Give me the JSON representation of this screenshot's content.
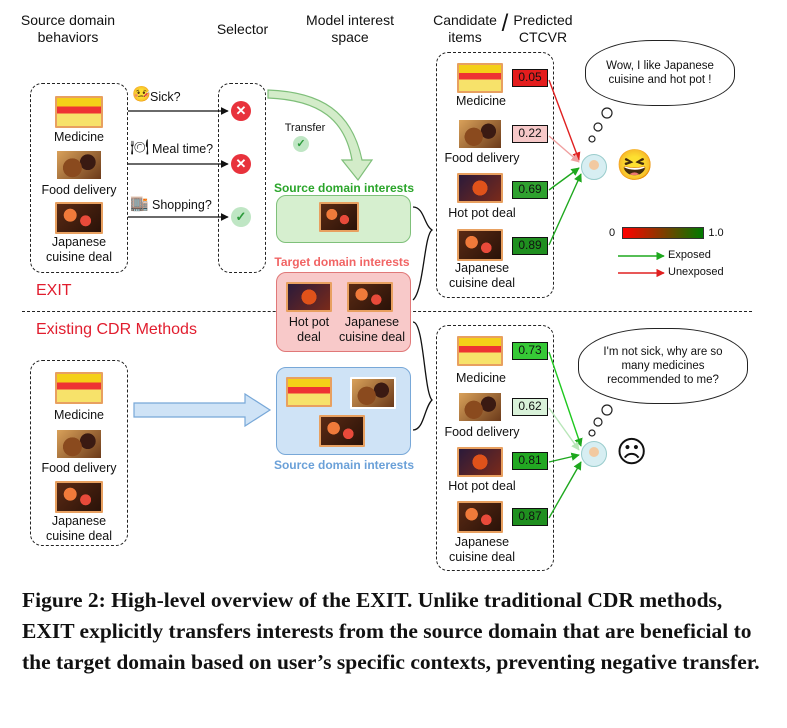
{
  "headers": {
    "source": "Source domain\nbehaviors",
    "selector": "Selector",
    "interest": "Model interest\nspace",
    "candidate": "Candidate\nitems",
    "slash": "/",
    "predicted": "Predicted\nCTCVR"
  },
  "source_items": [
    "Medicine",
    "Food delivery",
    "Japanese\ncuisine deal"
  ],
  "contexts": [
    "Sick?",
    "Meal time?",
    "Shopping?"
  ],
  "transfer_label": "Transfer",
  "source_interests_title": "Source domain interests",
  "target_interests_title": "Target domain interests",
  "target_items": [
    "Hot pot\ndeal",
    "Japanese\ncuisine deal"
  ],
  "section_top": "EXIT",
  "section_bottom": "Existing CDR Methods",
  "candidates": [
    "Medicine",
    "Food delivery",
    "Hot pot deal",
    "Japanese\ncuisine deal"
  ],
  "exit_scores": [
    {
      "value": "0.05",
      "bg": "#e41d1d"
    },
    {
      "value": "0.22",
      "bg": "#f6c8c8"
    },
    {
      "value": "0.69",
      "bg": "#2fa12f"
    },
    {
      "value": "0.89",
      "bg": "#1f8f1f"
    }
  ],
  "cdr_scores": [
    {
      "value": "0.73",
      "bg": "#36c936"
    },
    {
      "value": "0.62",
      "bg": "#d9f2d9"
    },
    {
      "value": "0.81",
      "bg": "#22a822"
    },
    {
      "value": "0.87",
      "bg": "#1f8f1f"
    }
  ],
  "bubble_top": "Wow, I like Japanese\ncuisine and hot pot !",
  "bubble_bottom": "I'm not sick, why are so\nmany medicines\nrecommended to me?",
  "colorbar": {
    "min": "0",
    "max": "1.0",
    "from": "#ff0000",
    "to": "#007a00"
  },
  "legend": {
    "exposed": "Exposed",
    "unexposed": "Unexposed",
    "exposed_color": "#1ea81e",
    "unexposed_color": "#e02020"
  },
  "caption": "Figure 2: High-level overview of the EXIT. Unlike traditional CDR methods, EXIT explicitly transfers interests from the source domain that are beneficial to the target domain based on user’s specific contexts, preventing negative transfer."
}
